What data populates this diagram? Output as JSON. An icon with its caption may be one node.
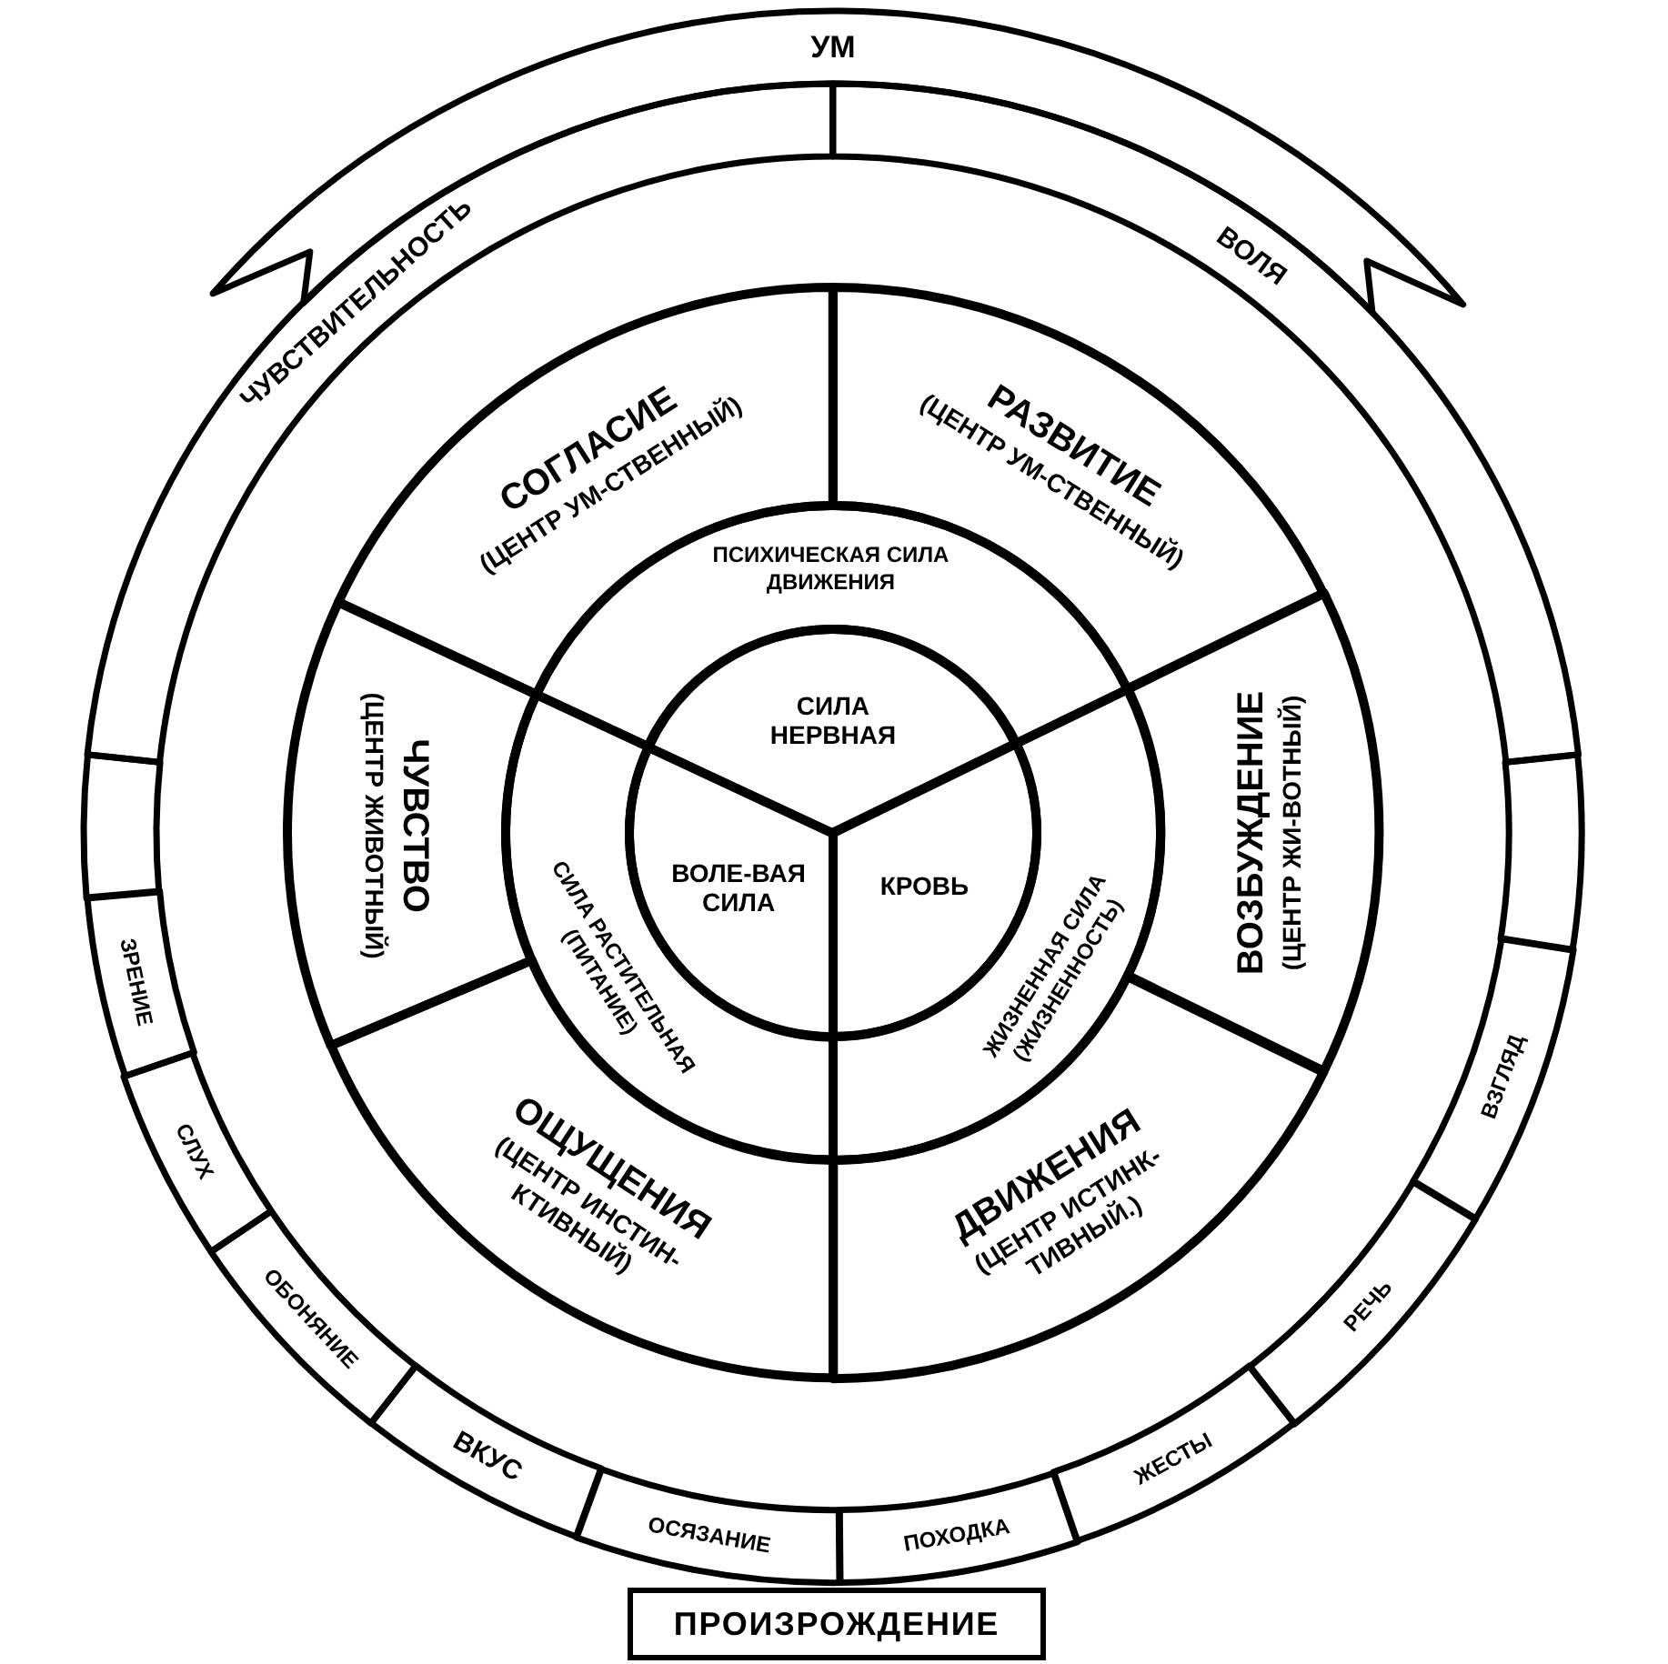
{
  "diagram": {
    "nodes": [
      {
        "text": [
          "УМ"
        ]
      },
      {
        "text": [
          "ЧУВСТВИТЕЛЬНОСТЬ"
        ]
      },
      {
        "text": [
          "ВОЛЯ"
        ]
      },
      {
        "text": [
          "СОГЛАСИЕ",
          "(ЦЕНТР УМ-СТВЕННЫЙ)"
        ]
      },
      {
        "text": [
          "РАЗВИТИЕ",
          "(ЦЕНТР УМ-СТВЕННЫЙ)"
        ]
      },
      {
        "text": [
          "ЧУВСТВО",
          "(ЦЕНТР ЖИВОТНЫЙ)"
        ]
      },
      {
        "text": [
          "ПСИХИЧЕСКАЯ СИЛА ДВИЖЕНИЯ"
        ]
      },
      {
        "text": [
          "СИЛА НЕРВНАЯ"
        ]
      },
      {
        "text": [
          "ВОЗБУЖДЕНИЕ",
          "(ЦЕНТР ЖИ-ВОТНЫЙ)"
        ]
      },
      {
        "text": [],
        "shape": "box"
      },
      {
        "text": [
          "ВОЛЕ-ВАЯ СИЛА"
        ]
      },
      {
        "text": [
          "СИЛА РАСТИТЕЛЬНАЯ (ПИТАНИЕ)"
        ]
      },
      {
        "text": [
          "КРОВЬ"
        ]
      },
      {
        "text": [
          "ЖИЗНЕННАЯ СИЛА (ЖИЗНЕННОСТЬ)"
        ]
      },
      {
        "text": [],
        "shape": "box"
      },
      {
        "text": [
          "ЗРЕНИЕ"
        ]
      },
      {
        "text": [
          "ОЩУЩЕНИЯ",
          "(ЦЕНТР ИНСТИН-КТИВНЫЙ)"
        ]
      },
      {
        "text": [
          "ДВИЖЕНИЯ",
          "(ЦЕНТР ИСТИНК-ТИВНЫЙ.)"
        ]
      },
      {
        "text": [
          "ВЗГЛЯД"
        ]
      },
      {
        "text": [
          "СЛУХ"
        ]
      },
      {
        "text": [
          "РЕЧЬ"
        ]
      },
      {
        "text": [
          "ОБОНЯНИЕ"
        ]
      },
      {
        "text": [
          "ВКУС"
        ]
      },
      {
        "text": [
          "ЖЕСТЫ"
        ]
      },
      {
        "text": [
          "ОСЯЗАНИЕ"
        ]
      },
      {
        "text": [
          "ПОХОДКА"
        ]
      },
      {
        "text": [
          "ПРОИЗРОЖДЕНИЕ"
        ]
      }
    ]
  }
}
